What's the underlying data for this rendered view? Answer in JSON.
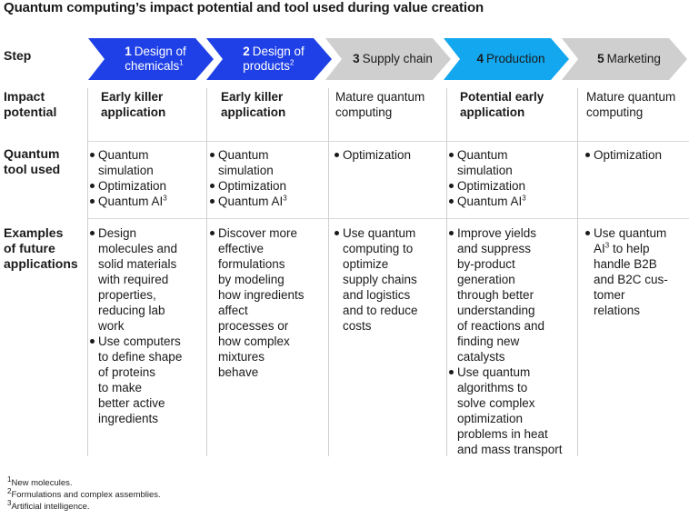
{
  "title": "Quantum computing’s impact potential and tool used during value creation",
  "row_labels": {
    "step": "Step",
    "impact": [
      "Impact",
      "potential"
    ],
    "tool": [
      "Quantum",
      "tool used"
    ],
    "examples": [
      "Examples",
      "of future",
      "applications"
    ]
  },
  "steps": [
    {
      "num": "1",
      "line1": "Design of",
      "line2": "chemicals",
      "sup": "1",
      "fill": "#1f40e6",
      "text_color": "#ffffff"
    },
    {
      "num": "2",
      "line1": "Design of",
      "line2": "products",
      "sup": "2",
      "fill": "#1f40e6",
      "text_color": "#ffffff"
    },
    {
      "num": "3",
      "line1": "Supply chain",
      "line2": "",
      "sup": "",
      "fill": "#cfcfcf",
      "text_color": "#1a1a1a"
    },
    {
      "num": "4",
      "line1": "Production",
      "line2": "",
      "sup": "",
      "fill": "#12a7ef",
      "text_color": "#1a1a1a"
    },
    {
      "num": "5",
      "line1": "Marketing",
      "line2": "",
      "sup": "",
      "fill": "#cfcfcf",
      "text_color": "#1a1a1a"
    }
  ],
  "impact": [
    {
      "bold": true,
      "lines": [
        "Early killer",
        "application"
      ]
    },
    {
      "bold": true,
      "lines": [
        "Early killer",
        "application"
      ]
    },
    {
      "bold": false,
      "lines": [
        "Mature quantum",
        "computing"
      ]
    },
    {
      "bold": true,
      "lines": [
        "Potential early",
        "application"
      ]
    },
    {
      "bold": false,
      "lines": [
        "Mature quantum",
        "computing"
      ]
    }
  ],
  "tools": [
    [
      [
        "Quantum",
        "simulation"
      ],
      [
        "Optimization"
      ],
      [
        "Quantum AI"
      ]
    ],
    [
      [
        "Quantum",
        "simulation"
      ],
      [
        "Optimization"
      ],
      [
        "Quantum AI"
      ]
    ],
    [
      [
        "Optimization"
      ]
    ],
    [
      [
        "Quantum",
        "simulation"
      ],
      [
        "Optimization"
      ],
      [
        "Quantum AI"
      ]
    ],
    [
      [
        "Optimization"
      ]
    ]
  ],
  "tool_ai_sup": "3",
  "examples": [
    [
      [
        "Design",
        "molecules and",
        "solid materials",
        "with required",
        "properties,",
        "reducing lab",
        "work"
      ],
      [
        "Use computers",
        "to define shape",
        "of proteins",
        "to make",
        "better active",
        "ingredients"
      ]
    ],
    [
      [
        "Discover more",
        "effective",
        "formulations",
        "by modeling",
        "how ingredients",
        "affect",
        "processes or",
        "how complex",
        "mixtures",
        "behave"
      ]
    ],
    [
      [
        "Use quantum",
        "computing to",
        "optimize",
        "supply chains",
        "and logistics",
        "and to reduce",
        "costs"
      ]
    ],
    [
      [
        "Improve yields",
        "and suppress",
        "by-product",
        "generation",
        "through better",
        "understanding",
        "of reactions and",
        "finding new",
        "catalysts"
      ],
      [
        "Use quantum",
        "algorithms to",
        "solve complex",
        "optimization",
        "problems in heat",
        "and mass transport"
      ]
    ],
    [
      [
        "Use quantum",
        "AI|3| to help",
        "handle B2B",
        "and B2C cus-",
        "tomer",
        "relations"
      ]
    ]
  ],
  "footnotes": [
    {
      "sup": "1",
      "text": "New molecules."
    },
    {
      "sup": "2",
      "text": "Formulations and complex assemblies."
    },
    {
      "sup": "3",
      "text": "Artificial intelligence."
    }
  ]
}
